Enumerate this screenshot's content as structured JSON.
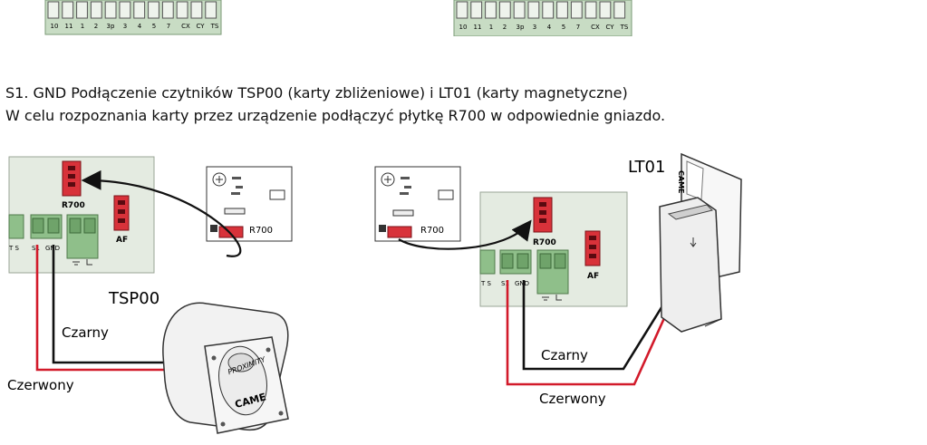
{
  "top_strips": {
    "terminal_labels": [
      "10",
      "11",
      "1",
      "2",
      "3p",
      "3",
      "4",
      "5",
      "7",
      "CX",
      "CY",
      "TS"
    ]
  },
  "caption": {
    "line1": "S1. GND Podłączenie czytników TSP00 (karty zbliżeniowe)  i LT01 (karty magnetyczne)",
    "line2": "W celu rozpoznania karty przez urządzenie podłączyć płytkę R700 w odpowiednie gniazdo."
  },
  "left_diagram": {
    "connector_r700": "R700",
    "connector_af": "AF",
    "terminal_ts": "T S",
    "terminal_s1": "S1",
    "terminal_gnd": "GND",
    "module_label": "R700",
    "reader_name": "TSP00",
    "wire_black": "Czarny",
    "wire_red": "Czerwony",
    "reader_brand": "CAME",
    "reader_text": "PROXIMITY"
  },
  "right_diagram": {
    "connector_r700": "R700",
    "connector_af": "AF",
    "terminal_ts": "T S",
    "terminal_s1": "S1",
    "terminal_gnd": "GND",
    "module_label": "R700",
    "reader_name": "LT01",
    "wire_black": "Czarny",
    "wire_red": "Czerwony",
    "card_brand": "CAME"
  },
  "colors": {
    "board": "#e4ebe1",
    "terminal_green": "#8fbf8a",
    "connector_red": "#d8323a",
    "wire_red": "#d21a2a",
    "wire_black": "#111111"
  }
}
